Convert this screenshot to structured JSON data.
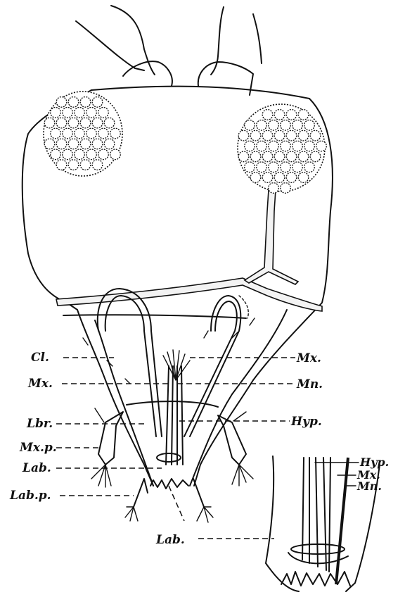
{
  "labels": {
    "cl": "Cl.",
    "mx_left": "Mx.",
    "lbr": "Lbr.",
    "mxp": "Mx.p.",
    "lab_left": "Lab.",
    "labp": "Lab.p.",
    "lab_bottom": "Lab.",
    "mx_right": "Mx.",
    "mn_right": "Mn.",
    "hyp_right": "Hyp.",
    "inset_hyp": "Hyp.",
    "inset_mx": "Mx.",
    "inset_mn": "Mn."
  },
  "colors": {
    "ink": "#111111",
    "paper": "#ffffff"
  }
}
